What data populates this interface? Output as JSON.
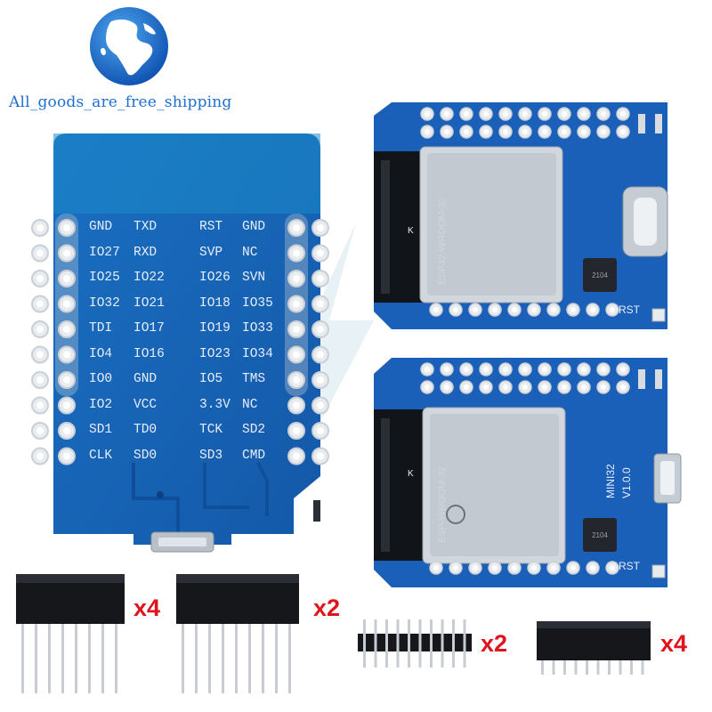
{
  "brand": {
    "text": "All_goods_are_free_shipping"
  },
  "board_back": {
    "pins": {
      "left_outer": [
        "GND",
        "IO27",
        "IO25",
        "IO32",
        "TDI",
        "IO4",
        "IO0",
        "IO2",
        "SD1",
        "CLK"
      ],
      "left_inner": [
        "TXD",
        "RXD",
        "IO22",
        "IO21",
        "IO17",
        "IO16",
        "GND",
        "VCC",
        "TD0",
        "SD0"
      ],
      "right_inner": [
        "RST",
        "SVP",
        "IO26",
        "IO18",
        "IO19",
        "IO23",
        "IO5",
        "3.3V",
        "TCK",
        "SD3"
      ],
      "right_outer": [
        "GND",
        "NC",
        "SVN",
        "IO35",
        "IO33",
        "IO34",
        "TMS",
        "NC",
        "SD2",
        "CMD"
      ]
    }
  },
  "board_top": {
    "module_text": "ESP32-WROOM-32",
    "rst_label": "RST",
    "k_label": "K",
    "ic_code": "2104"
  },
  "board_bottom": {
    "module_text": "ESP-WROOM-32",
    "model_text": "MINI32",
    "version_text": "V1.0.0",
    "rst_label": "RST",
    "k_label": "K",
    "ic_code": "2104"
  },
  "headers": [
    {
      "quantity": "x4"
    },
    {
      "quantity": "x2"
    },
    {
      "quantity": "x2"
    },
    {
      "quantity": "x4"
    }
  ]
}
